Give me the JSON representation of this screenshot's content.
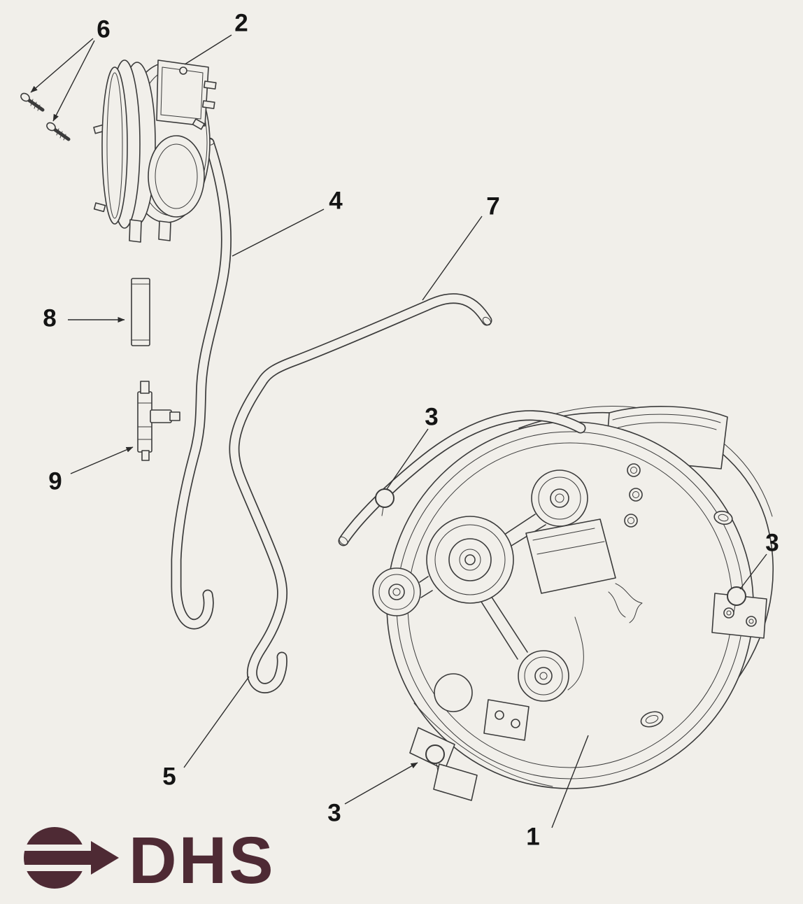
{
  "diagram": {
    "colors": {
      "paper": "#f1efea",
      "line-color": "#3b3b3b",
      "logo-color": "#4e2a34"
    },
    "callouts": [
      {
        "label": "1",
        "target": "inducer-blower-assembly"
      },
      {
        "label": "2",
        "target": "pressure-switch"
      },
      {
        "label": "3",
        "target": "grommet-upper"
      },
      {
        "label": "3",
        "target": "grommet-right"
      },
      {
        "label": "3",
        "target": "grommet-lower"
      },
      {
        "label": "4",
        "target": "upper-tube"
      },
      {
        "label": "5",
        "target": "lower-tube-hook"
      },
      {
        "label": "6",
        "target": "mounting-screws"
      },
      {
        "label": "7",
        "target": "long-tube"
      },
      {
        "label": "8",
        "target": "straight-tube-piece"
      },
      {
        "label": "9",
        "target": "tee-connector"
      }
    ],
    "logo": {
      "text": "DHS"
    }
  }
}
